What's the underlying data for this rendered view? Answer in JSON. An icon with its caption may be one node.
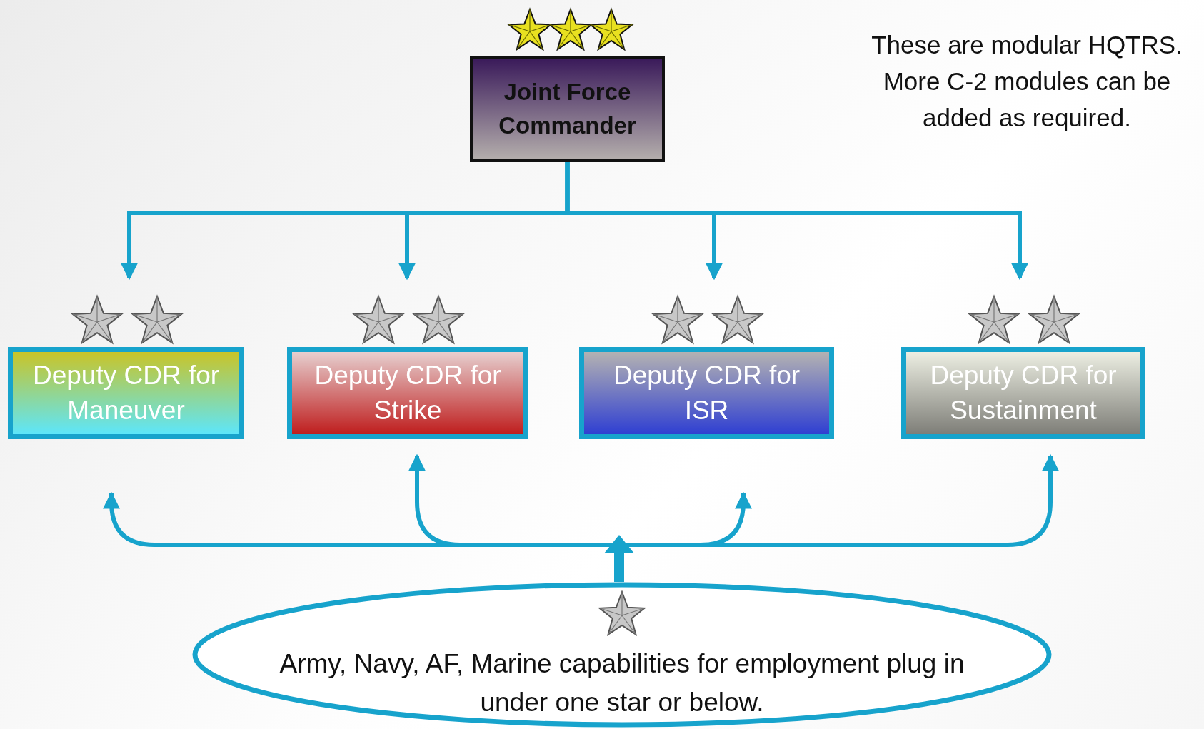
{
  "diagram": {
    "nodes": [
      {
        "text": [
          "Joint Force Commander"
        ]
      },
      {
        "text": [
          "Deputy CDR for Maneuver"
        ]
      },
      {
        "text": [
          "Deputy CDR for Strike"
        ]
      },
      {
        "text": [
          "Deputy CDR for ISR"
        ]
      },
      {
        "text": [
          "Deputy CDR for Sustainment"
        ]
      },
      {
        "text": [
          "Army, Navy, AF, Marine capabilities for employment plug in under one star or below."
        ]
      }
    ],
    "edges": [
      {
        "from": 0,
        "to": 1,
        "arrow": "to"
      },
      {
        "from": 0,
        "to": 2,
        "arrow": "to"
      },
      {
        "from": 0,
        "to": 3,
        "arrow": "to"
      },
      {
        "from": 0,
        "to": 4,
        "arrow": "to"
      },
      {
        "from": 5,
        "to": 1,
        "arrow": "to"
      },
      {
        "from": 5,
        "to": 2,
        "arrow": "to"
      },
      {
        "from": 5,
        "to": 3,
        "arrow": "to"
      },
      {
        "from": 5,
        "to": 4,
        "arrow": "to"
      }
    ],
    "labels": [
      "These are modular HQTRS. More C-2 modules can be added as required."
    ]
  }
}
